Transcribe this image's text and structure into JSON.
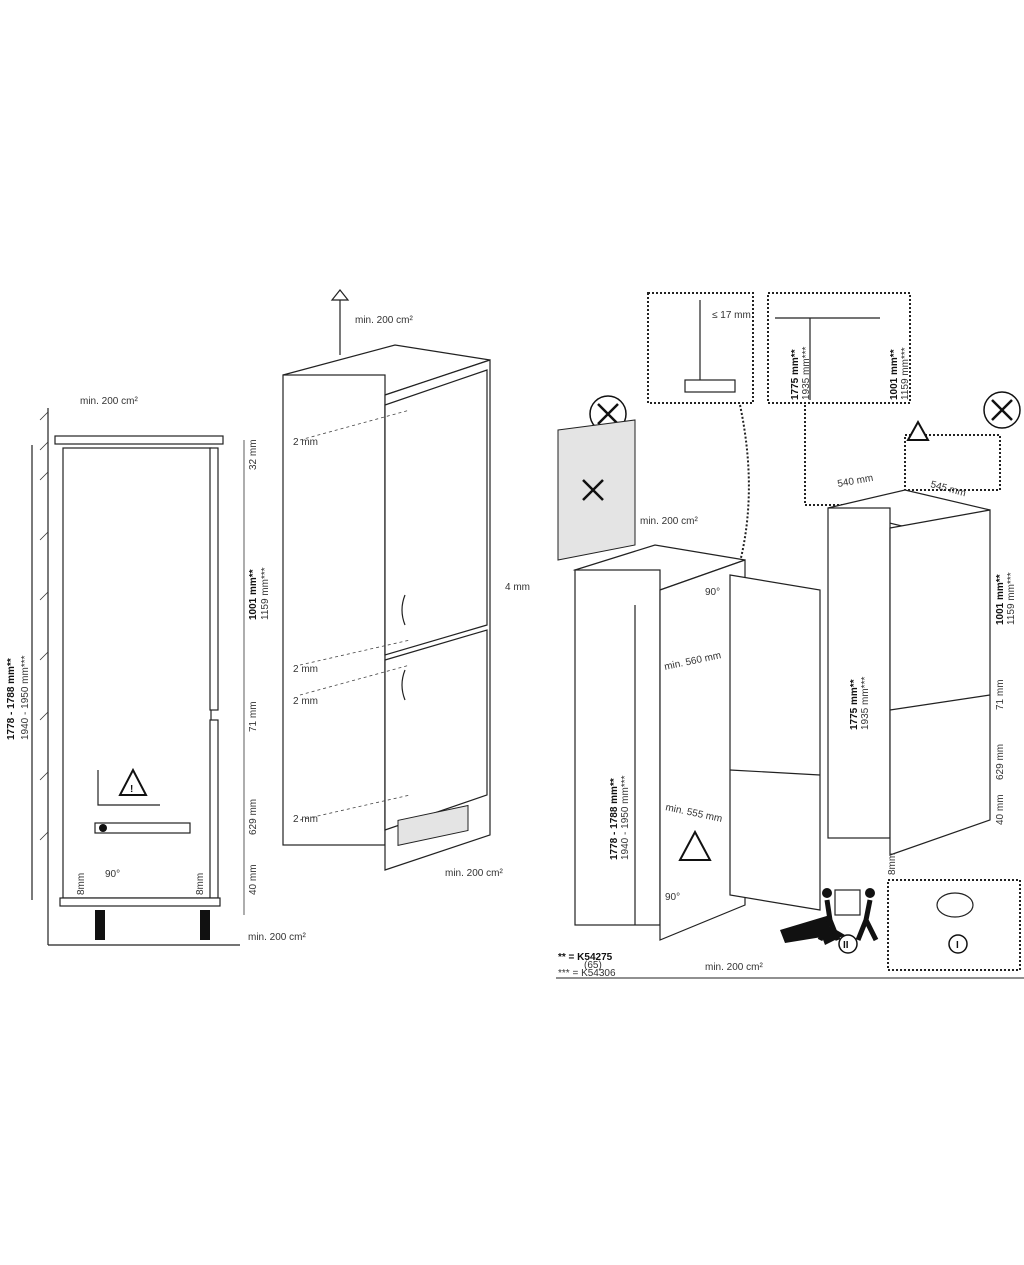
{
  "left": {
    "vent_top": "min. 200 cm²",
    "height_main": "1778 - 1788 mm**",
    "height_alt": "1940 - 1950 mm***",
    "dim_top": "32 mm",
    "door_main": "1001 mm**",
    "door_alt": "1159 mm***",
    "gap": "71 mm",
    "lower": "629 mm",
    "bottom": "40 mm",
    "side_left": "8mm",
    "side_right": "8mm",
    "angle": "90°",
    "vent_bottom": "min. 200 cm²"
  },
  "middle": {
    "vent_top": "min. 200 cm²",
    "gap1": "2 mm",
    "gap2": "2 mm",
    "gap3": "2 mm",
    "gap4": "2 mm",
    "side": "4 mm",
    "vent_bottom": "min. 200 cm²"
  },
  "right": {
    "detail_gap": "≤ 17 mm",
    "detail_height_main": "1775 mm**",
    "detail_height_alt": "1935 mm***",
    "detail_door_main": "1001 mm**",
    "detail_door_alt": "1159 mm***",
    "depth": "540 mm",
    "width": "545 mm",
    "vent_top": "min. 200 cm²",
    "angle_top": "90°",
    "min_width_top": "min. 560 mm",
    "niche_height_main": "1778 - 1788 mm**",
    "niche_height_alt": "1940 - 1950 mm***",
    "min_width_bottom": "min. 555 mm",
    "angle_bottom": "90°",
    "vent_bottom": "min. 200 cm²",
    "door_main": "1001 mm**",
    "door_alt": "1159 mm***",
    "height_main": "1775 mm**",
    "height_alt": "1935 mm***",
    "gap": "71 mm",
    "lower": "629 mm",
    "bottom": "40 mm",
    "side": "8mm",
    "step_1": "I",
    "step_2": "II",
    "note_1": "** = K54275",
    "note_1b": "(65)",
    "note_2": "*** = K54306"
  }
}
